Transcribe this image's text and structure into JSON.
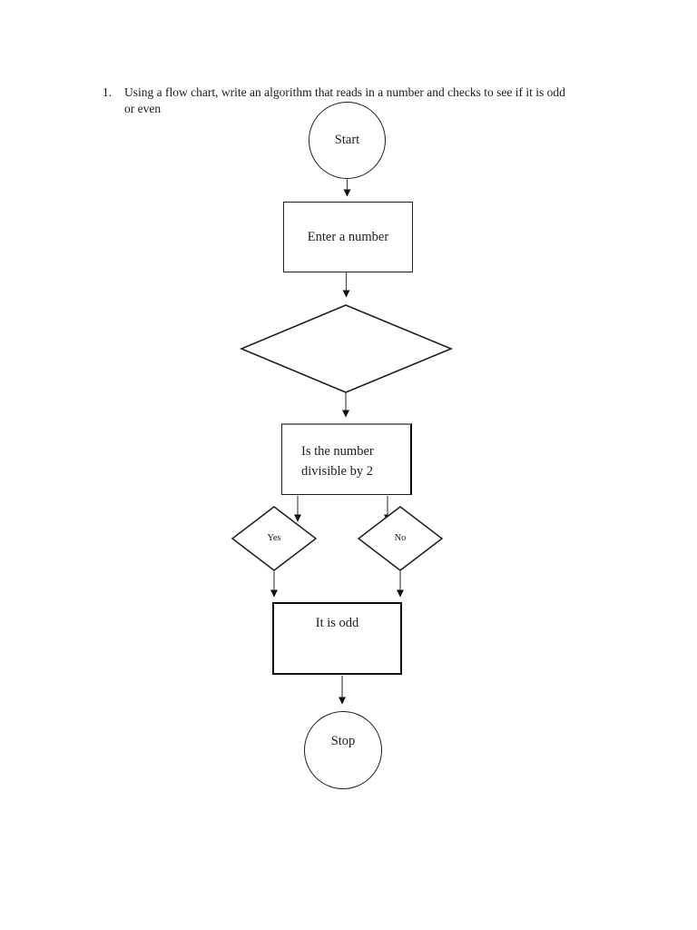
{
  "document": {
    "background": "#ffffff",
    "question": {
      "number": "1.",
      "lines": [
        "Using a flow chart, write an algorithm that reads in a number and checks to see if it is odd",
        "or even"
      ]
    }
  },
  "flowchart": {
    "nodes": {
      "start": {
        "shape": "circle",
        "label": "Start"
      },
      "enter_number": {
        "shape": "rectangle",
        "label": "Enter a number"
      },
      "decision": {
        "shape": "diamond",
        "label": ""
      },
      "divisibility_check": {
        "shape": "rectangle",
        "label_lines": [
          "Is the number",
          "divisible by 2"
        ]
      },
      "yes_branch": {
        "shape": "diamond",
        "label": "Yes"
      },
      "no_branch": {
        "shape": "diamond",
        "label": "No"
      },
      "result": {
        "shape": "rectangle",
        "label": "It is odd"
      },
      "stop": {
        "shape": "circle",
        "label": "Stop"
      }
    },
    "edges": [
      {
        "from": "start",
        "to": "enter_number"
      },
      {
        "from": "enter_number",
        "to": "decision"
      },
      {
        "from": "decision",
        "to": "divisibility_check"
      },
      {
        "from": "divisibility_check",
        "to": "yes_branch"
      },
      {
        "from": "divisibility_check",
        "to": "no_branch"
      },
      {
        "from": "yes_branch",
        "to": "result"
      },
      {
        "from": "no_branch",
        "to": "result"
      },
      {
        "from": "result",
        "to": "stop"
      }
    ],
    "colors": {
      "shape_stroke": "#1f1f1f",
      "connector": "#4a4a4a",
      "arrowhead": "#111111",
      "text": "#1d1d1d"
    }
  }
}
